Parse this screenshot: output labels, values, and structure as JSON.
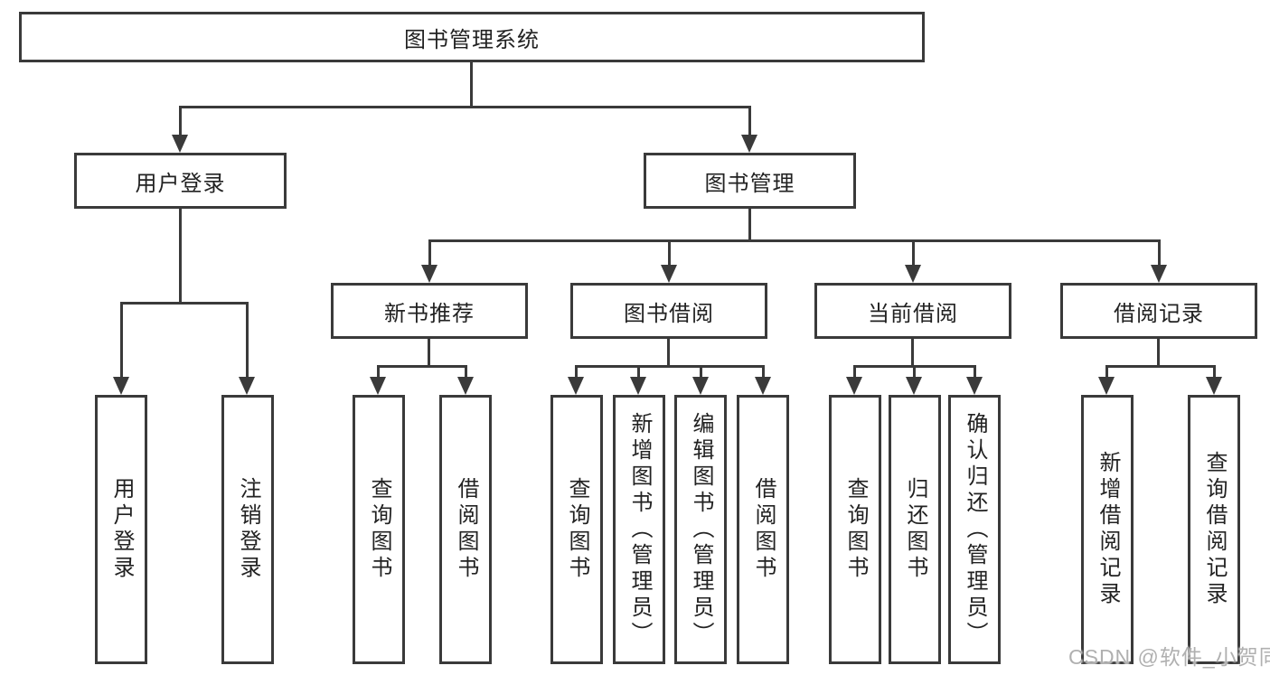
{
  "diagram": {
    "root": {
      "label": "图书管理系统"
    },
    "branches": [
      {
        "label": "用户登录",
        "children": [
          {
            "label": "用户登录"
          },
          {
            "label": "注销登录"
          }
        ]
      },
      {
        "label": "图书管理",
        "children": [
          {
            "label": "新书推荐",
            "children": [
              {
                "label": "查询图书"
              },
              {
                "label": "借阅图书"
              }
            ]
          },
          {
            "label": "图书借阅",
            "children": [
              {
                "label": "查询图书"
              },
              {
                "label": "新增图书（管理员）"
              },
              {
                "label": "编辑图书（管理员）"
              },
              {
                "label": "借阅图书"
              }
            ]
          },
          {
            "label": "当前借阅",
            "children": [
              {
                "label": "查询图书"
              },
              {
                "label": "归还图书"
              },
              {
                "label": "确认归还（管理员）"
              }
            ]
          },
          {
            "label": "借阅记录",
            "children": [
              {
                "label": "新增借阅记录"
              },
              {
                "label": "查询借阅记录"
              }
            ]
          }
        ]
      }
    ]
  },
  "watermark": {
    "text": "CSDN @软件_小贺同学"
  },
  "colors": {
    "line": "#3a3a3a",
    "text": "#222222",
    "background": "#ffffff",
    "watermark": "#b0b0b0"
  }
}
